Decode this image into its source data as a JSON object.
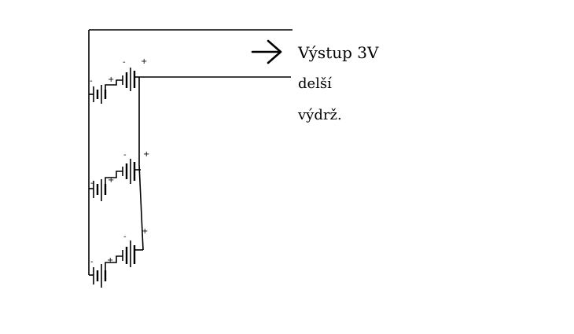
{
  "labels": {
    "output": "Výstup 3V",
    "line2": "delší",
    "line3": "výdrž."
  },
  "signs": {
    "plus": "+",
    "minus": "-"
  },
  "colors": {
    "ink": "#000000",
    "background": "#ffffff"
  },
  "icons": {
    "arrow": "arrow-right-icon"
  }
}
